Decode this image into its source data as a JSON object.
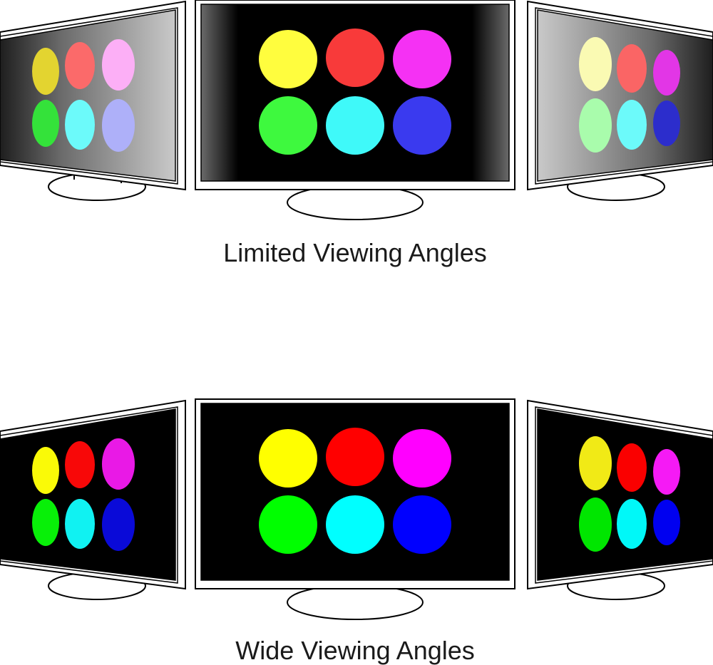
{
  "sections": [
    {
      "id": "limited",
      "caption": "Limited Viewing Angles",
      "left": {
        "screen": "gray",
        "dots": [
          "#e3d430",
          "#fb6a6a",
          "#fcaff6",
          "#34e23a",
          "#6cfafa",
          "#aeb0f9"
        ]
      },
      "center": {
        "screen": "black",
        "dots": [
          "#fffd3e",
          "#f83a3a",
          "#f531f4",
          "#3ef93e",
          "#3ff9f9",
          "#3a3aef"
        ]
      },
      "right": {
        "screen": "gray",
        "dots": [
          "#fafab3",
          "#fa6565",
          "#e236e6",
          "#a9fcac",
          "#6cfafa",
          "#2c2dcc"
        ]
      }
    },
    {
      "id": "wide",
      "caption": "Wide Viewing Angles",
      "left": {
        "screen": "black",
        "dots": [
          "#fafa07",
          "#f80808",
          "#e919e6",
          "#08f008",
          "#10f2f2",
          "#0a0ad8"
        ]
      },
      "center": {
        "screen": "black",
        "dots": [
          "#ffff00",
          "#ff0000",
          "#ff00ff",
          "#00ff00",
          "#00ffff",
          "#0000ff"
        ]
      },
      "right": {
        "screen": "black",
        "dots": [
          "#f1ea16",
          "#fa0000",
          "#f51af5",
          "#00e600",
          "#00f8f8",
          "#0000f0"
        ]
      }
    }
  ]
}
